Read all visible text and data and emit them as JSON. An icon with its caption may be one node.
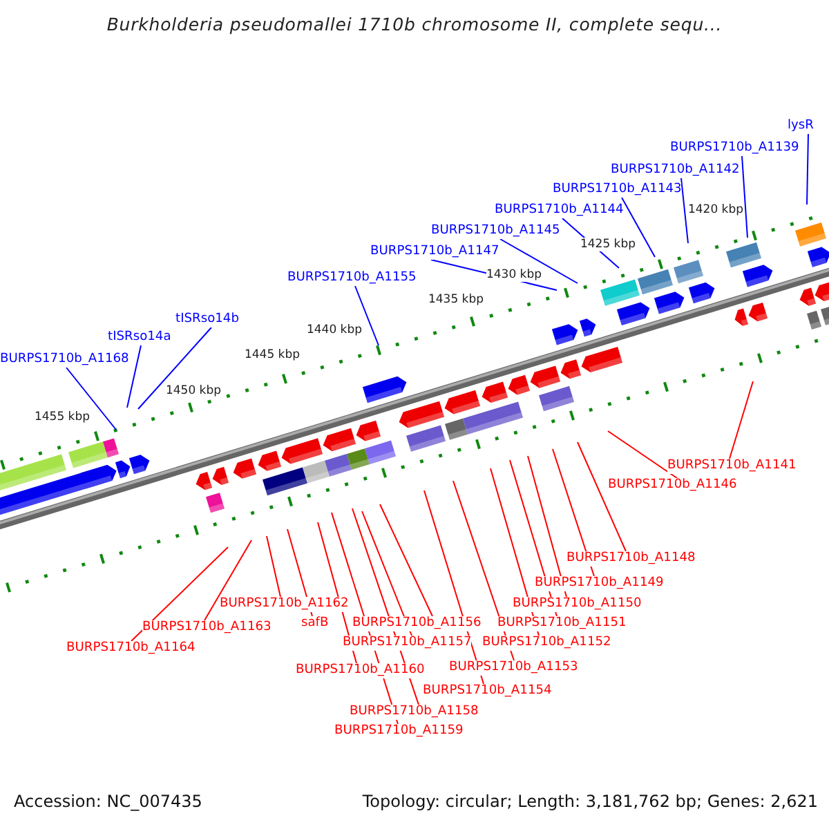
{
  "diagram": {
    "title": "Burkholderia pseudomallei 1710b chromosome II, complete sequ...",
    "nodes": [
      {
        "text": [
          "lysR"
        ]
      },
      {
        "text": [
          "BURPS1710b_A1139"
        ]
      },
      {
        "text": [
          "BURPS1710b_A1142"
        ]
      },
      {
        "text": [
          "BURPS1710b_A1143"
        ]
      },
      {
        "text": [
          "BURPS1710b_A1144"
        ]
      },
      {
        "text": [
          "BURPS1710b_A1145"
        ]
      },
      {
        "text": [
          "BURPS1710b_A1147"
        ]
      },
      {
        "text": [
          "BURPS1710b_A1155"
        ]
      },
      {
        "text": [
          "tISRso14b"
        ]
      },
      {
        "text": [
          "tISRso14a"
        ]
      },
      {
        "text": [
          "BURPS1710b_A1168"
        ]
      },
      {
        "text": [
          "BURPS1710b_A1141"
        ]
      },
      {
        "text": [
          "BURPS1710b_A1146"
        ]
      },
      {
        "text": [
          "BURPS1710b_A1148"
        ]
      },
      {
        "text": [
          "BURPS1710b_A1149"
        ]
      },
      {
        "text": [
          "BURPS1710b_A1150"
        ]
      },
      {
        "text": [
          "BURPS1710b_A1162"
        ]
      },
      {
        "text": [
          "BURPS1710b_A1151"
        ]
      },
      {
        "text": [
          "safB"
        ]
      },
      {
        "text": [
          "BURPS1710b_A1156"
        ]
      },
      {
        "text": [
          "BURPS1710b_A1163"
        ]
      },
      {
        "text": [
          "BURPS1710b_A1152"
        ]
      },
      {
        "text": [
          "BURPS1710b_A1157"
        ]
      },
      {
        "text": [
          "BURPS1710b_A1164"
        ]
      },
      {
        "text": [
          "BURPS1710b_A1153"
        ]
      },
      {
        "text": [
          "BURPS1710b_A1160"
        ]
      },
      {
        "text": [
          "BURPS1710b_A1154"
        ]
      },
      {
        "text": [
          "BURPS1710b_A1158"
        ]
      },
      {
        "text": [
          "BURPS1710b_A1159"
        ]
      }
    ],
    "edges": [
      {
        "from": 0,
        "to": null,
        "arrow": "none",
        "color": "#0000ff"
      },
      {
        "from": 1,
        "to": null,
        "arrow": "none",
        "color": "#0000ff"
      },
      {
        "from": 2,
        "to": null,
        "arrow": "none",
        "color": "#0000ff"
      },
      {
        "from": 3,
        "to": null,
        "arrow": "none",
        "color": "#0000ff"
      },
      {
        "from": 4,
        "to": null,
        "arrow": "none",
        "color": "#0000ff"
      },
      {
        "from": 5,
        "to": null,
        "arrow": "none",
        "color": "#0000ff"
      },
      {
        "from": 6,
        "to": null,
        "arrow": "none",
        "color": "#0000ff"
      },
      {
        "from": 7,
        "to": null,
        "arrow": "none",
        "color": "#0000ff"
      },
      {
        "from": 8,
        "to": null,
        "arrow": "none",
        "color": "#0000ff"
      },
      {
        "from": 9,
        "to": null,
        "arrow": "none",
        "color": "#0000ff"
      },
      {
        "from": 10,
        "to": null,
        "arrow": "none",
        "color": "#0000ff"
      },
      {
        "from": 11,
        "to": null,
        "arrow": "none"
      },
      {
        "from": 12,
        "to": null,
        "arrow": "none"
      },
      {
        "from": 13,
        "to": null,
        "arrow": "none"
      },
      {
        "from": 14,
        "to": null,
        "arrow": "none"
      },
      {
        "from": 15,
        "to": null,
        "arrow": "none"
      },
      {
        "from": 16,
        "to": null,
        "arrow": "none"
      },
      {
        "from": 17,
        "to": null,
        "arrow": "none"
      },
      {
        "from": 18,
        "to": null,
        "arrow": "none"
      },
      {
        "from": 19,
        "to": null,
        "arrow": "none"
      },
      {
        "from": 20,
        "to": null,
        "arrow": "none"
      },
      {
        "from": 21,
        "to": null,
        "arrow": "none"
      },
      {
        "from": 22,
        "to": null,
        "arrow": "none"
      },
      {
        "from": 23,
        "to": null,
        "arrow": "none"
      },
      {
        "from": 24,
        "to": null,
        "arrow": "none"
      },
      {
        "from": 25,
        "to": null,
        "arrow": "none"
      },
      {
        "from": 26,
        "to": null,
        "arrow": "none"
      },
      {
        "from": 27,
        "to": null,
        "arrow": "none"
      },
      {
        "from": 28,
        "to": null,
        "arrow": "none"
      }
    ],
    "labels": [
      "1420 kbp",
      "1425 kbp",
      "1430 kbp",
      "1435 kbp",
      "1440 kbp",
      "1445 kbp",
      "1450 kbp",
      "1455 kbp",
      "Accession: NC_007435",
      "Topology: circular; Length: 3,181,762 bp; Genes: 2,621"
    ]
  }
}
